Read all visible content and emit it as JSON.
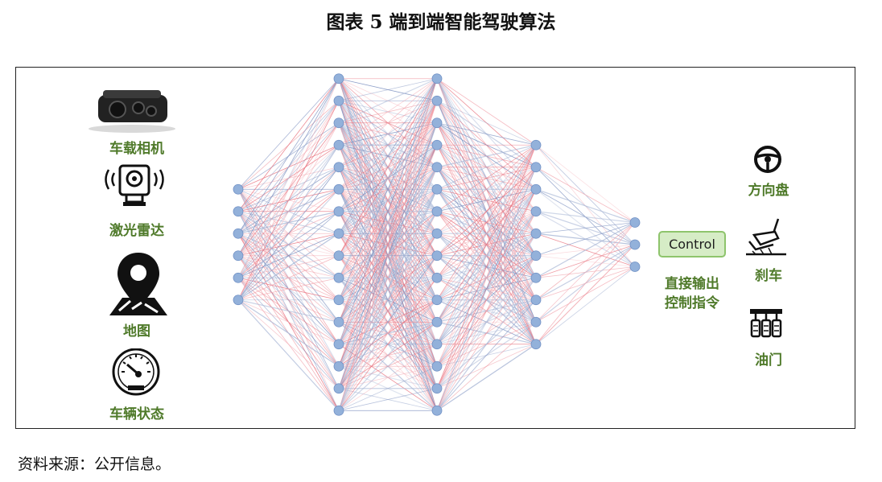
{
  "title": "图表 5  端到端智能驾驶算法",
  "source": "资料来源：公开信息。",
  "inputs": {
    "camera": "车载相机",
    "lidar": "激光雷达",
    "map": "地图",
    "vehicle_state": "车辆状态"
  },
  "control": {
    "box_label": "Control",
    "caption_line1": "直接输出",
    "caption_line2": "控制指令"
  },
  "outputs": {
    "steering": "方向盘",
    "brake": "刹车",
    "throttle": "油门"
  },
  "network": {
    "layer_sizes": [
      6,
      16,
      16,
      10,
      3
    ],
    "node_color": "#93b1da",
    "edge_colors": [
      "#e8707c",
      "#7b8fbf",
      "#f3a9b2",
      "#a9b7d6"
    ]
  },
  "icons": {
    "camera": "camera-icon",
    "lidar": "lidar-icon",
    "map": "map-pin-icon",
    "vehicle_state": "speedometer-icon",
    "steering": "steering-wheel-icon",
    "brake": "brake-pedal-icon",
    "throttle": "pedals-icon"
  }
}
